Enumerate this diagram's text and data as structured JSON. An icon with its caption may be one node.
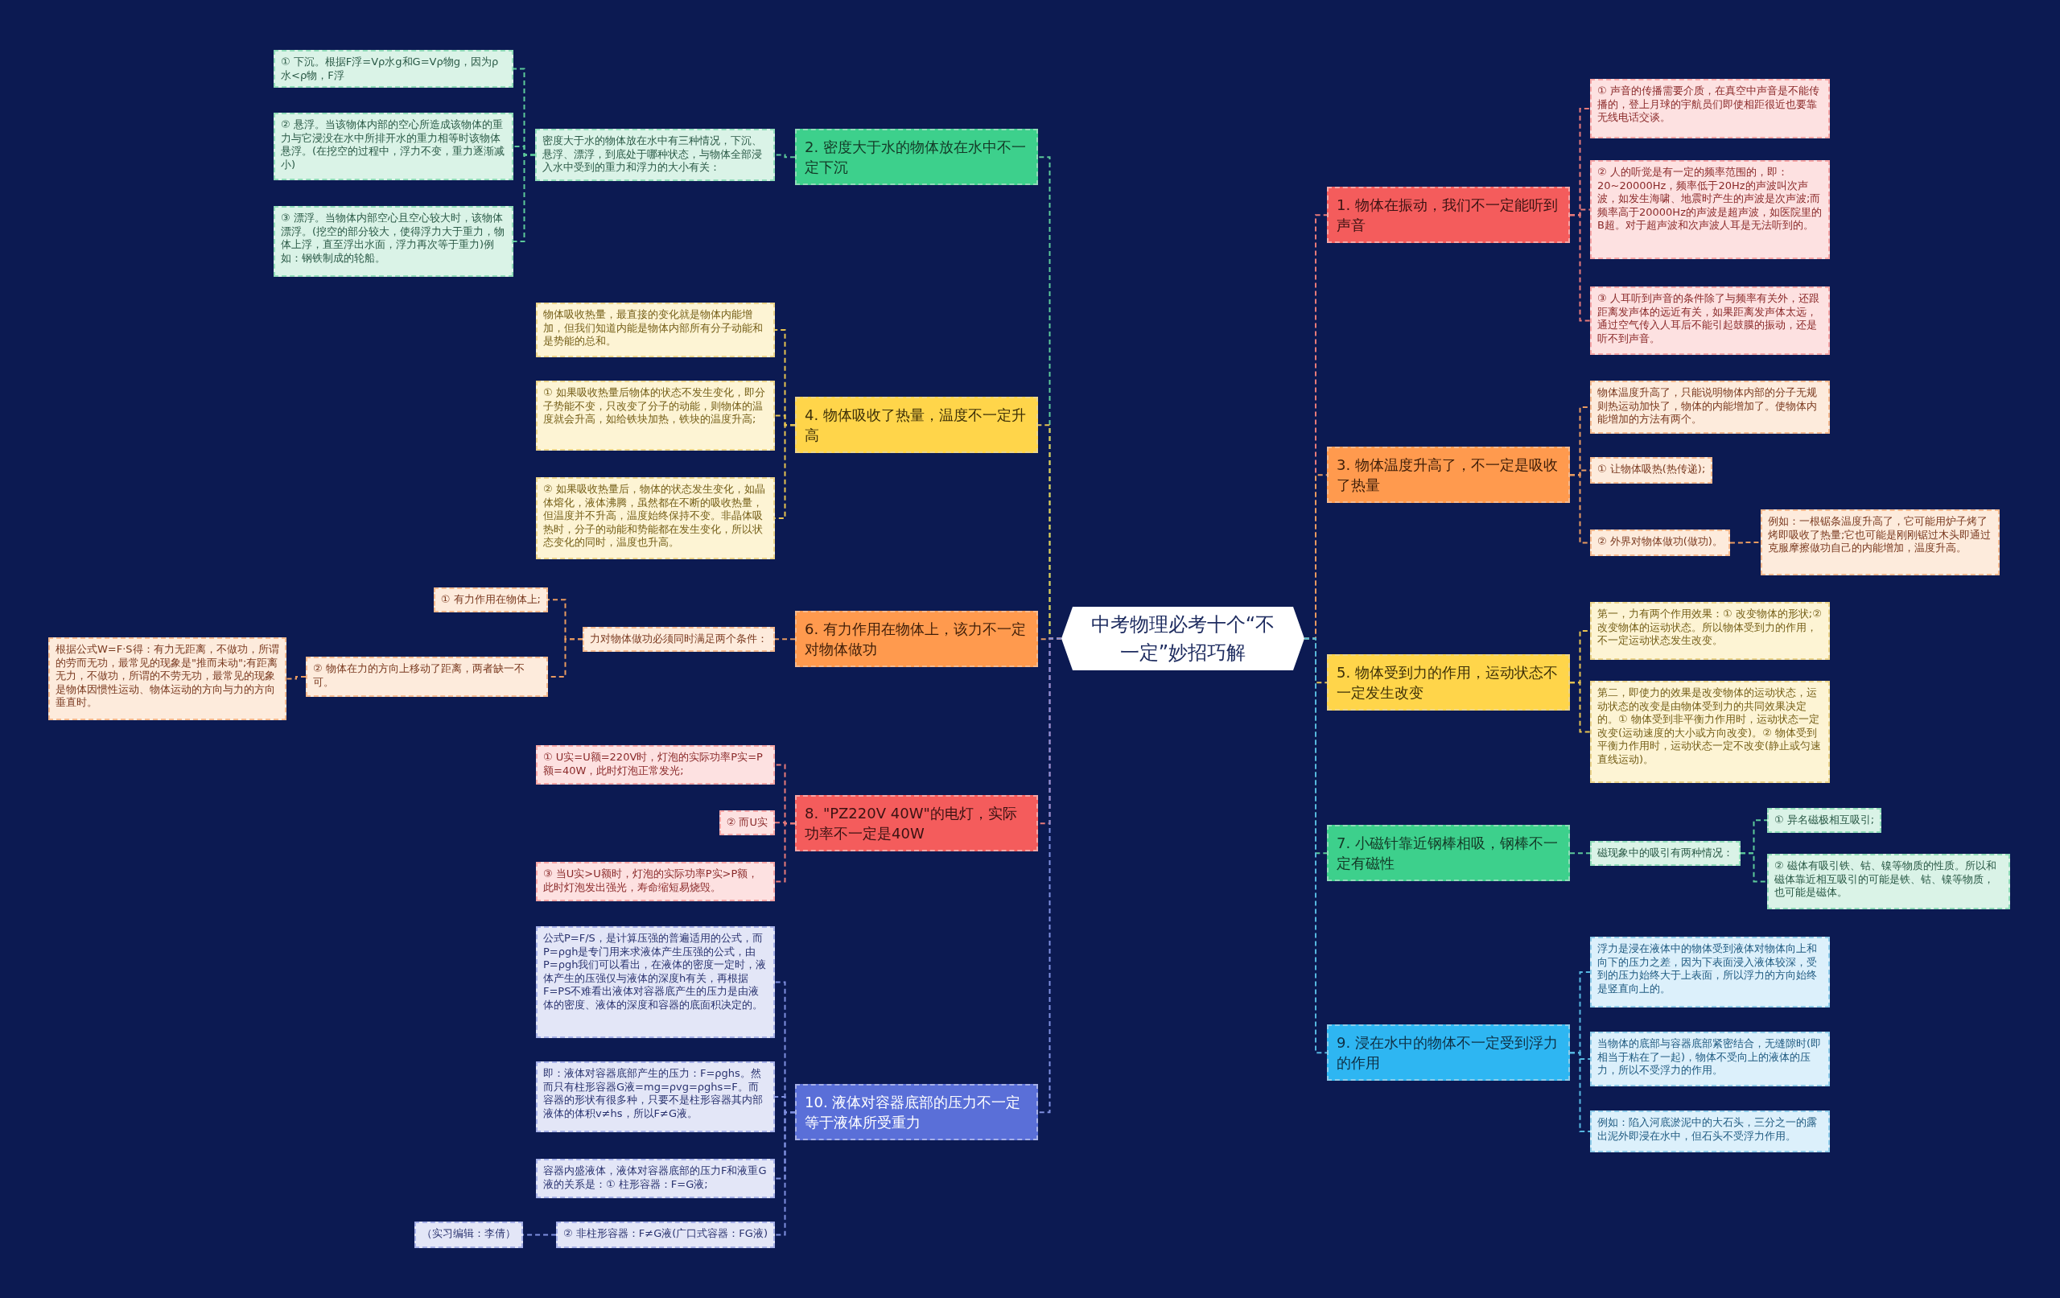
{
  "diagram": {
    "nodes": [
      {
        "text": [
          "中考物理必考十个“不一定”妙招巧解"
        ]
      },
      {
        "text": [
          "1. 物体在振动，我们不一定能听到声音"
        ]
      },
      {
        "text": [
          "① 声音的传播需要介质，在真空中声音是不能传播的，登上月球的宇航员们即使相距很近也要靠无线电话交谈。"
        ]
      },
      {
        "text": [
          "② 人的听觉是有一定的频率范围的，即：20~20000Hz，频率低于20Hz的声波叫次声波，如发生海啸、地震时产生的声波是次声波;而频率高于20000Hz的声波是超声波，如医院里的B超。对于超声波和次声波人耳是无法听到的。"
        ]
      },
      {
        "text": [
          "③ 人耳听到声音的条件除了与频率有关外，还跟距离发声体的远近有关，如果距离发声体太远，通过空气传入人耳后不能引起鼓膜的振动，还是听不到声音。"
        ]
      },
      {
        "text": [
          "2. 密度大于水的物体放在水中不一定下沉"
        ]
      },
      {
        "text": [
          "密度大于水的物体放在水中有三种情况，下沉、悬浮、漂浮，到底处于哪种状态，与物体全部浸入水中受到的重力和浮力的大小有关："
        ]
      },
      {
        "text": [
          "① 下沉。根据F浮=Vρ水g和G=Vρ物g，因为ρ水<ρ物，F浮"
        ]
      },
      {
        "text": [
          "② 悬浮。当该物体内部的空心所造成该物体的重力与它浸没在水中所排开水的重力相等时该物体悬浮。(在挖空的过程中，浮力不变，重力逐渐减小)"
        ]
      },
      {
        "text": [
          "③ 漂浮。当物体内部空心且空心较大时，该物体漂浮。(挖空的部分较大，使得浮力大于重力，物体上浮，直至浮出水面，浮力再次等于重力)例如：钢铁制成的轮船。"
        ]
      },
      {
        "text": [
          "3. 物体温度升高了，不一定是吸收了热量"
        ]
      },
      {
        "text": [
          "物体温度升高了，只能说明物体内部的分子无规则热运动加快了，物体的内能增加了。使物体内能增加的方法有两个。"
        ]
      },
      {
        "text": [
          "① 让物体吸热(热传递);"
        ]
      },
      {
        "text": [
          "② 外界对物体做功(做功)。"
        ]
      },
      {
        "text": [
          "例如：一根锯条温度升高了，它可能用炉子烤了烤即吸收了热量;它也可能是刚刚锯过木头即通过克服摩擦做功自己的内能增加，温度升高。"
        ]
      },
      {
        "text": [
          "4. 物体吸收了热量，温度不一定升高"
        ]
      },
      {
        "text": [
          "物体吸收热量，最直接的变化就是物体内能增加，但我们知道内能是物体内部所有分子动能和是势能的总和。"
        ]
      },
      {
        "text": [
          "① 如果吸收热量后物体的状态不发生变化，即分子势能不变，只改变了分子的动能，则物体的温度就会升高，如给铁块加热，铁块的温度升高;"
        ]
      },
      {
        "text": [
          "② 如果吸收热量后，物体的状态发生变化，如晶体熔化，液体沸腾，虽然都在不断的吸收热量，但温度并不升高，温度始终保持不变。非晶体吸热时，分子的动能和势能都在发生变化，所以状态变化的同时，温度也升高。"
        ]
      },
      {
        "text": [
          "5. 物体受到力的作用，运动状态不一定发生改变"
        ]
      },
      {
        "text": [
          "第一，力有两个作用效果：① 改变物体的形状;② 改变物体的运动状态。所以物体受到力的作用，不一定运动状态发生改变。"
        ]
      },
      {
        "text": [
          "第二，即使力的效果是改变物体的运动状态，运动状态的改变是由物体受到力的共同效果决定的。① 物体受到非平衡力作用时，运动状态一定改变(运动速度的大小或方向改变)。② 物体受到平衡力作用时，运动状态一定不改变(静止或匀速直线运动)。"
        ]
      },
      {
        "text": [
          "6. 有力作用在物体上，该力不一定对物体做功"
        ]
      },
      {
        "text": [
          "力对物体做功必须同时满足两个条件："
        ]
      },
      {
        "text": [
          "① 有力作用在物体上;"
        ]
      },
      {
        "text": [
          "② 物体在力的方向上移动了距离，两者缺一不可。"
        ]
      },
      {
        "text": [
          "根据公式W=F·S得：有力无距离，不做功，所谓的劳而无功，最常见的现象是\"推而未动\";有距离无力，不做功，所谓的不劳无功，最常见的现象是物体因惯性运动、物体运动的方向与力的方向垂直时。"
        ]
      },
      {
        "text": [
          "7. 小磁针靠近钢棒相吸，钢棒不一定有磁性"
        ]
      },
      {
        "text": [
          "磁现象中的吸引有两种情况："
        ]
      },
      {
        "text": [
          "① 异名磁极相互吸引;"
        ]
      },
      {
        "text": [
          "② 磁体有吸引铁、钴、镍等物质的性质。所以和磁体靠近相互吸引的可能是铁、钴、镍等物质，也可能是磁体。"
        ]
      },
      {
        "text": [
          "8. \"PZ220V 40W\"的电灯，实际功率不一定是40W"
        ]
      },
      {
        "text": [
          "① U实=U额=220V时，灯泡的实际功率P实=P额=40W，此时灯泡正常发光;"
        ]
      },
      {
        "text": [
          "② 而U实"
        ]
      },
      {
        "text": [
          "③ 当U实>U额时，灯泡的实际功率P实>P额，此时灯泡发出强光，寿命缩短易烧毁。"
        ]
      },
      {
        "text": [
          "9. 浸在水中的物体不一定受到浮力的作用"
        ]
      },
      {
        "text": [
          "浮力是浸在液体中的物体受到液体对物体向上和向下的压力之差，因为下表面浸入液体较深，受到的压力始终大于上表面，所以浮力的方向始终是竖直向上的。"
        ]
      },
      {
        "text": [
          "当物体的底部与容器底部紧密结合，无缝隙时(即相当于粘在了一起)，物体不受向上的液体的压力，所以不受浮力的作用。"
        ]
      },
      {
        "text": [
          "例如：陷入河底淤泥中的大石头，三分之一的露出泥外即浸在水中，但石头不受浮力作用。"
        ]
      },
      {
        "text": [
          "10. 液体对容器底部的压力不一定等于液体所受重力"
        ]
      },
      {
        "text": [
          "公式P=F/S，是计算压强的普遍适用的公式，而P=ρgh是专门用来求液体产生压强的公式，由P=ρgh我们可以看出，在液体的密度一定时，液体产生的压强仅与液体的深度h有关，再根据F=PS不难看出液体对容器底产生的压力是由液体的密度、液体的深度和容器的底面积决定的。"
        ]
      },
      {
        "text": [
          "即：液体对容器底部产生的压力：F=ρghs。然而只有柱形容器G液=mg=ρvg=ρghs=F。而容器的形状有很多种，只要不是柱形容器其内部液体的体积v≠hs，所以F≠G液。"
        ]
      },
      {
        "text": [
          "容器内盛液体，液体对容器底部的压力F和液重G液的关系是：① 柱形容器：F=G液;"
        ]
      },
      {
        "text": [
          "② 非柱形容器：F≠G液(广口式容器：FG液)"
        ]
      },
      {
        "text": [
          "（实习编辑：李倩）"
        ]
      }
    ],
    "edges": [
      {
        "from": 0,
        "to": 1,
        "arrow": "none",
        "color": "#e87a7a"
      },
      {
        "from": 0,
        "to": 5,
        "arrow": "none",
        "color": "#5cc99a"
      },
      {
        "from": 0,
        "to": 10,
        "arrow": "none",
        "color": "#e89a60"
      },
      {
        "from": 0,
        "to": 15,
        "arrow": "none",
        "color": "#e6c350"
      },
      {
        "from": 0,
        "to": 19,
        "arrow": "none",
        "color": "#e6c350"
      },
      {
        "from": 0,
        "to": 22,
        "arrow": "none",
        "color": "#e89a60"
      },
      {
        "from": 0,
        "to": 27,
        "arrow": "none",
        "color": "#5cc99a"
      },
      {
        "from": 0,
        "to": 31,
        "arrow": "none",
        "color": "#e87a7a"
      },
      {
        "from": 0,
        "to": 35,
        "arrow": "none",
        "color": "#56b7e0"
      },
      {
        "from": 0,
        "to": 39,
        "arrow": "none",
        "color": "#7f8fdf"
      },
      {
        "from": 1,
        "to": 2,
        "arrow": "none",
        "color": "#e87a7a"
      },
      {
        "from": 1,
        "to": 3,
        "arrow": "none",
        "color": "#e87a7a"
      },
      {
        "from": 1,
        "to": 4,
        "arrow": "none",
        "color": "#e87a7a"
      },
      {
        "from": 5,
        "to": 6,
        "arrow": "none",
        "color": "#5cc99a"
      },
      {
        "from": 6,
        "to": 7,
        "arrow": "none",
        "color": "#5cc99a"
      },
      {
        "from": 6,
        "to": 8,
        "arrow": "none",
        "color": "#5cc99a"
      },
      {
        "from": 6,
        "to": 9,
        "arrow": "none",
        "color": "#5cc99a"
      },
      {
        "from": 10,
        "to": 11,
        "arrow": "none",
        "color": "#e89a60"
      },
      {
        "from": 10,
        "to": 12,
        "arrow": "none",
        "color": "#e89a60"
      },
      {
        "from": 10,
        "to": 13,
        "arrow": "none",
        "color": "#e89a60"
      },
      {
        "from": 13,
        "to": 14,
        "arrow": "none",
        "color": "#e89a60"
      },
      {
        "from": 15,
        "to": 16,
        "arrow": "none",
        "color": "#e6c350"
      },
      {
        "from": 15,
        "to": 17,
        "arrow": "none",
        "color": "#e6c350"
      },
      {
        "from": 15,
        "to": 18,
        "arrow": "none",
        "color": "#e6c350"
      },
      {
        "from": 19,
        "to": 20,
        "arrow": "none",
        "color": "#e6c350"
      },
      {
        "from": 19,
        "to": 21,
        "arrow": "none",
        "color": "#e6c350"
      },
      {
        "from": 22,
        "to": 23,
        "arrow": "none",
        "color": "#e89a60"
      },
      {
        "from": 23,
        "to": 24,
        "arrow": "none",
        "color": "#e89a60"
      },
      {
        "from": 23,
        "to": 25,
        "arrow": "none",
        "color": "#e89a60"
      },
      {
        "from": 25,
        "to": 26,
        "arrow": "none",
        "color": "#e89a60"
      },
      {
        "from": 27,
        "to": 28,
        "arrow": "none",
        "color": "#5cc99a"
      },
      {
        "from": 28,
        "to": 29,
        "arrow": "none",
        "color": "#5cc99a"
      },
      {
        "from": 28,
        "to": 30,
        "arrow": "none",
        "color": "#5cc99a"
      },
      {
        "from": 31,
        "to": 32,
        "arrow": "none",
        "color": "#e87a7a"
      },
      {
        "from": 31,
        "to": 33,
        "arrow": "none",
        "color": "#e87a7a"
      },
      {
        "from": 31,
        "to": 34,
        "arrow": "none",
        "color": "#e87a7a"
      },
      {
        "from": 35,
        "to": 36,
        "arrow": "none",
        "color": "#56b7e0"
      },
      {
        "from": 35,
        "to": 37,
        "arrow": "none",
        "color": "#56b7e0"
      },
      {
        "from": 35,
        "to": 38,
        "arrow": "none",
        "color": "#56b7e0"
      },
      {
        "from": 39,
        "to": 40,
        "arrow": "none",
        "color": "#7f8fdf"
      },
      {
        "from": 39,
        "to": 41,
        "arrow": "none",
        "color": "#7f8fdf"
      },
      {
        "from": 39,
        "to": 42,
        "arrow": "none",
        "color": "#7f8fdf"
      },
      {
        "from": 39,
        "to": 43,
        "arrow": "none",
        "color": "#7f8fdf"
      },
      {
        "from": 43,
        "to": 44,
        "arrow": "none",
        "color": "#7f8fdf"
      }
    ]
  }
}
